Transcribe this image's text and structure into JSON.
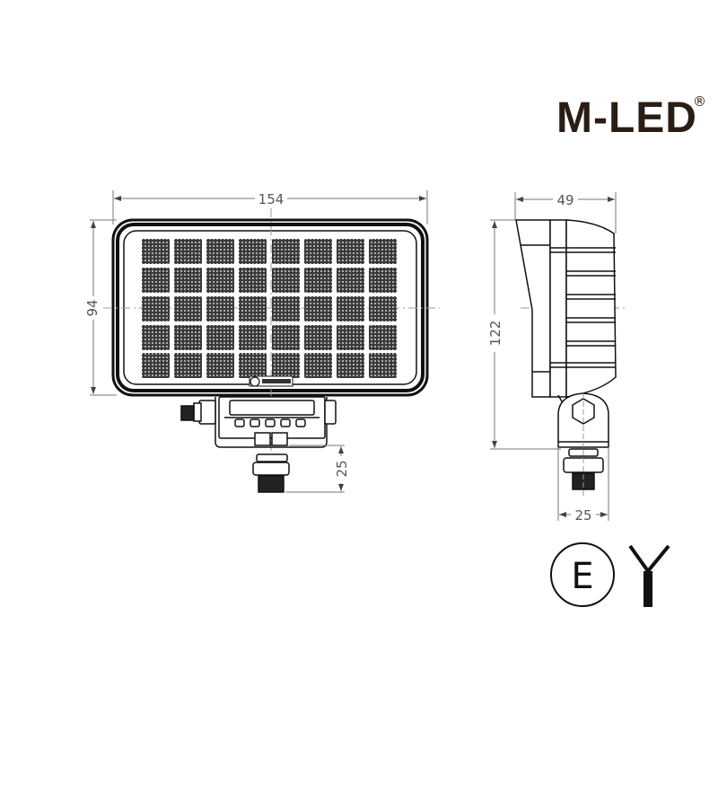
{
  "brand": {
    "logo_text": "M-LED",
    "registered_mark": "®",
    "color": "#2a1e14"
  },
  "front_view": {
    "width_label": "154",
    "height_label": "94",
    "mount_height_label": "25",
    "led_grid": {
      "columns": 8,
      "rows": 5
    }
  },
  "side_view": {
    "depth_label": "49",
    "total_height_label": "122",
    "mount_width_label": "25"
  },
  "certification": {
    "e_mark_letter": "E",
    "y_mark": "Y"
  },
  "colors": {
    "line": "#111111",
    "dimension": "#777777",
    "led_fill": "#3a3a3a"
  }
}
